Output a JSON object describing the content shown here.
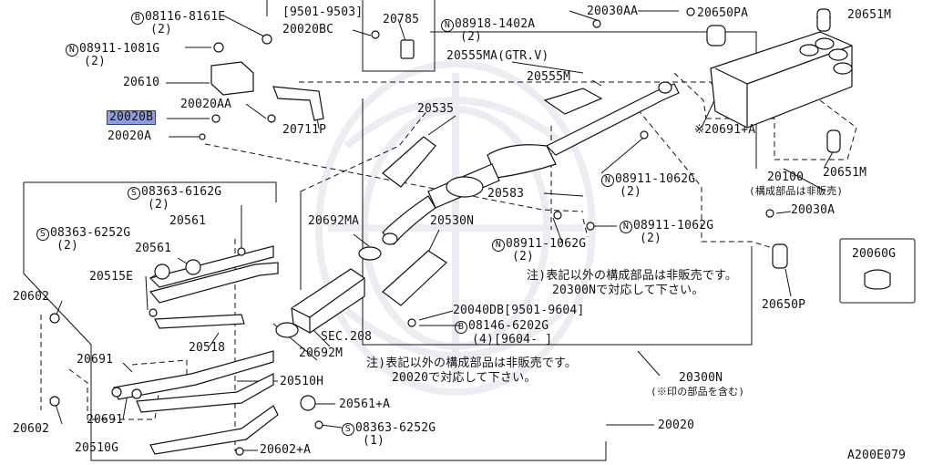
{
  "diagram_id": "A200E079",
  "highlight_color": "#8f9ed8",
  "labels": {
    "p08116": {
      "circle": "B",
      "text": "08116-8161E",
      "qty": "(2)"
    },
    "p08911_1081": {
      "circle": "N",
      "text": "08911-1081G",
      "qty": "(2)"
    },
    "p20610": "20610",
    "p20020AA": "20020AA",
    "p20020B": "20020B",
    "p20020A": "20020A",
    "p20711P": "20711P",
    "range_9501_9503": "[9501-9503]",
    "p20020BC": "20020BC",
    "p20785": "20785",
    "p08918": {
      "circle": "N",
      "text": "08918-1402A",
      "qty": "(2)"
    },
    "p20030AA": "20030AA",
    "p20650PA": "20650PA",
    "p20651M_top": "20651M",
    "p20555MA": "20555MA(GTR.V)",
    "p20555M": "20555M",
    "p20535": "20535",
    "p20691A": "※20691+A",
    "p08911_1062_a": {
      "circle": "N",
      "text": "08911-1062G",
      "qty": "(2)"
    },
    "p20583": "20583",
    "p08911_1062_b": {
      "circle": "N",
      "text": "08911-1062G",
      "qty": "(2)"
    },
    "p08911_1062_c": {
      "circle": "N",
      "text": "08911-1062G",
      "qty": "(2)"
    },
    "p20100": "20100",
    "p20100_note": "(構成部品は非販売)",
    "p20651M_bot": "20651M",
    "p20030A": "20030A",
    "p20650P": "20650P",
    "p20060G": "20060G",
    "p20692MA": "20692MA",
    "p20530N": "20530N",
    "note1_line1": "注)表記以外の構成部品は非販売です。",
    "note1_line2": "20300Nで対応して下さい。",
    "p20692M": "20692M",
    "sec208": "SEC.208",
    "p20040DB": "20040DB[9501-9604]",
    "p08146": {
      "circle": "B",
      "text": "08146-6202G",
      "qty": "(4)[9604-     ]"
    },
    "p08363_6162": {
      "circle": "S",
      "text": "08363-6162G",
      "qty": "(2)"
    },
    "p08363_6252_left": {
      "circle": "S",
      "text": "08363-6252G",
      "qty": "(2)"
    },
    "p20561_a": "20561",
    "p20561_b": "20561",
    "p20515E": "20515E",
    "p20602_top": "20602",
    "p20518": "20518",
    "p20691_a": "20691",
    "p20691_b": "20691",
    "p20602_bot": "20602",
    "p20510G": "20510G",
    "p20602A": "20602+A",
    "note2_line1": "注)表記以外の構成部品は非販売です。",
    "note2_line2": "20020で対応して下さい。",
    "p20510H": "20510H",
    "p20561A": "20561+A",
    "p08363_6252_bot": {
      "circle": "S",
      "text": "08363-6252G",
      "qty": "(1)"
    },
    "p20300N": "20300N",
    "p20300N_note": "(※印の部品を含む)",
    "p20020": "20020"
  }
}
